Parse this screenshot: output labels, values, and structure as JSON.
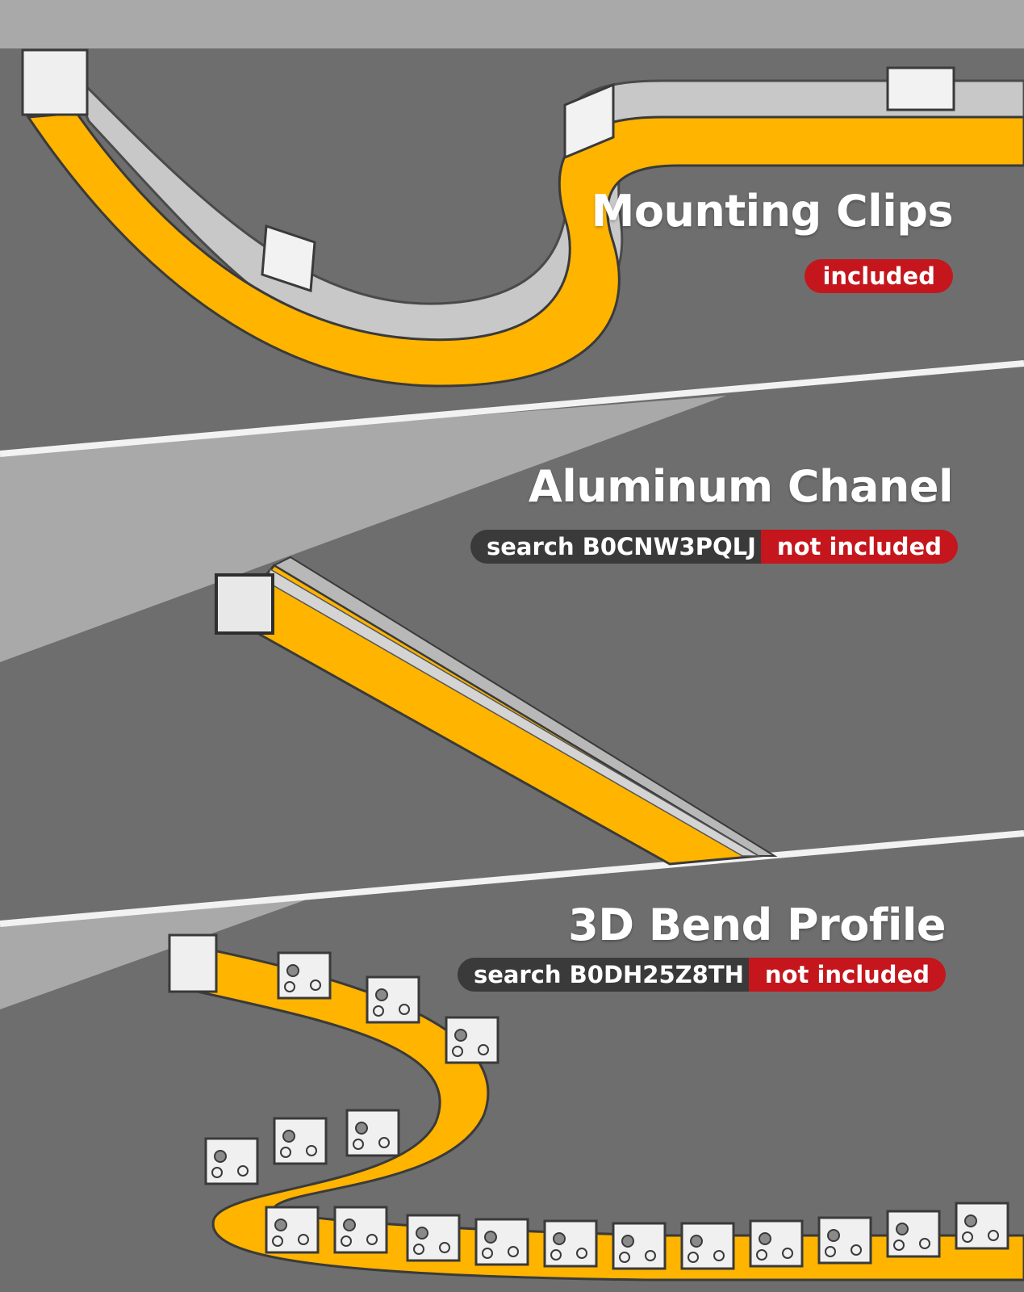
{
  "sections": {
    "mounting_clips": {
      "title": "Mounting Clips",
      "included_label": "included"
    },
    "aluminum_channel": {
      "title": "Aluminum Chanel",
      "search_label": "search B0CNW3PQLJ",
      "not_included_label": "not included"
    },
    "bend_profile": {
      "title": "3D Bend Profile",
      "search_label": "search B0DH25Z8TH",
      "not_included_label": "not included"
    }
  },
  "colors": {
    "background": "#6e6e6e",
    "light_beam": "#a9a9a9",
    "led_neon": "#ffb400",
    "profile_gray": "#c9c9c9",
    "included_badge": "#c4161c",
    "search_badge": "#3a3a3a",
    "title_text": "#ffffff"
  }
}
